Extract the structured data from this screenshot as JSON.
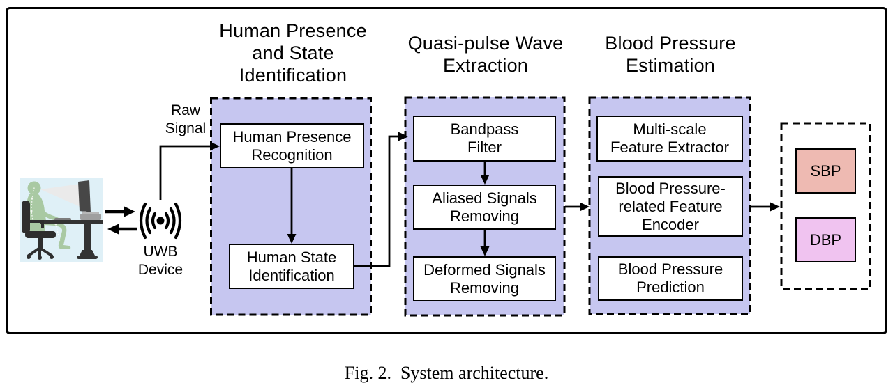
{
  "colors": {
    "group_fill": "#c6c6f0",
    "sbp_fill": "#eebab2",
    "dbp_fill": "#f0c3f0"
  },
  "scene": {
    "raw_signal": [
      "Raw",
      "Signal"
    ],
    "uwb_device": [
      "UWB",
      "Device"
    ]
  },
  "groups": [
    {
      "title": [
        "Human Presence",
        "and State",
        "Identification"
      ],
      "boxes": [
        [
          "Human Presence",
          "Recognition"
        ],
        [
          "Human State",
          "Identification"
        ]
      ]
    },
    {
      "title": [
        "Quasi-pulse Wave",
        "Extraction"
      ],
      "boxes": [
        [
          "Bandpass",
          "Filter"
        ],
        [
          "Aliased Signals",
          "Removing"
        ],
        [
          "Deformed Signals",
          "Removing"
        ]
      ]
    },
    {
      "title": [
        "Blood Pressure",
        "Estimation"
      ],
      "boxes": [
        [
          "Multi-scale",
          "Feature Extractor"
        ],
        [
          "Blood Pressure-",
          "related Feature",
          "Encoder"
        ],
        [
          "Blood Pressure",
          "Prediction"
        ]
      ]
    }
  ],
  "outputs": [
    {
      "label": "SBP"
    },
    {
      "label": "DBP"
    }
  ],
  "caption": "Fig. 2.  System architecture."
}
